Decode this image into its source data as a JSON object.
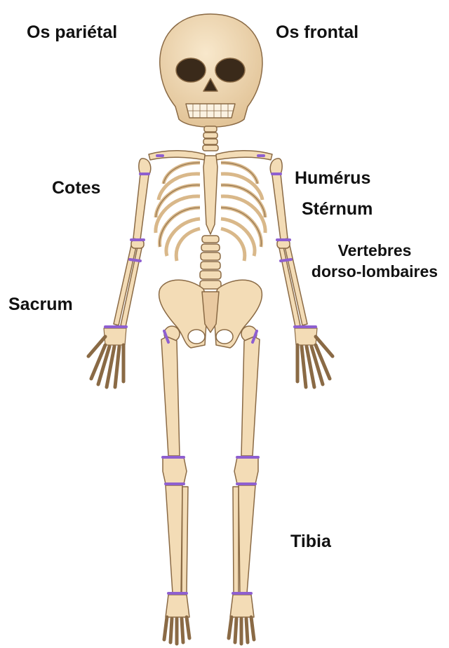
{
  "diagram": {
    "labels": {
      "os_parietal": "Os pariétal",
      "os_frontal": "Os frontal",
      "cotes": "Cotes",
      "humerus": "Humérus",
      "sternum": "Stérnum",
      "vertebres_line1": "Vertebres",
      "vertebres_line2": "dorso-lombaires",
      "sacrum": "Sacrum",
      "tibia": "Tibia"
    }
  },
  "colors": {
    "bone": "#f3dcb6",
    "bone_shade": "#d9b88a",
    "outline": "#8a6a45",
    "joint": "#8e5fd0",
    "text": "#111111"
  }
}
